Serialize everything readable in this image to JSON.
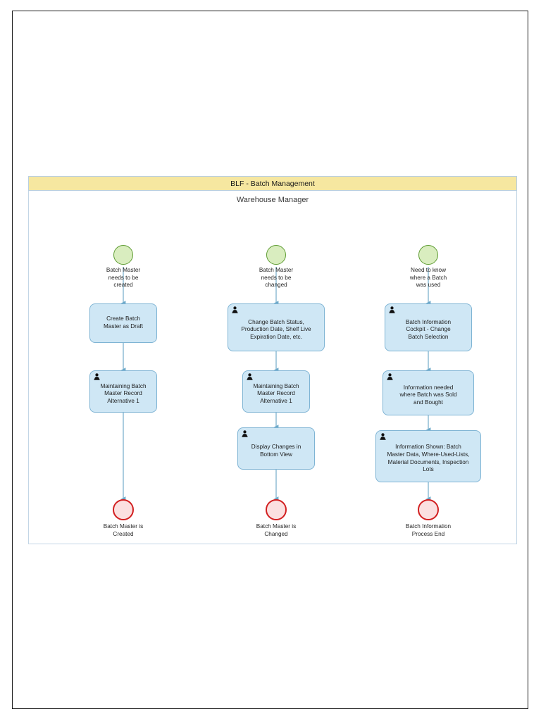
{
  "pool": {
    "header_title": "BLF - Batch Management",
    "lane_label": "Warehouse Manager"
  },
  "colors": {
    "pool_header_fill": "#f6e7a0",
    "pool_border": "#c3d6e6",
    "task_fill": "#cfe7f5",
    "task_border": "#7fb4d4",
    "start_event_fill": "#d9edbf",
    "start_event_border": "#5f9d34",
    "end_event_fill": "#fbe0e0",
    "end_event_border": "#d21f20",
    "connector": "#8fbcd4"
  },
  "icons": {
    "person": "person-icon"
  },
  "columns": [
    {
      "id": "column-create-batch-master",
      "start_event": {
        "label": "Batch Master\nneeds to be\ncreated"
      },
      "tasks": [
        {
          "label": "Create Batch\nMaster as Draft",
          "has_person_icon": false
        },
        {
          "label": "Maintaining Batch\nMaster Record\nAlternative 1",
          "has_person_icon": true
        }
      ],
      "end_event": {
        "label": "Batch Master is\nCreated"
      }
    },
    {
      "id": "column-change-batch-master",
      "start_event": {
        "label": "Batch Master\nneeds to be\nchanged"
      },
      "tasks": [
        {
          "label": "Change Batch Status,\nProduction Date, Shelf Live\nExpiration Date, etc.",
          "has_person_icon": true
        },
        {
          "label": "Maintaining Batch\nMaster Record\nAlternative 1",
          "has_person_icon": true
        },
        {
          "label": "Display Changes in\nBottom View",
          "has_person_icon": true
        }
      ],
      "end_event": {
        "label": "Batch Master is\nChanged"
      }
    },
    {
      "id": "column-batch-information",
      "start_event": {
        "label": "Need to know\nwhere a Batch\nwas used"
      },
      "tasks": [
        {
          "label": "Batch Information\nCockpit - Change\nBatch Selection",
          "has_person_icon": true
        },
        {
          "label": "Information needed\nwhere Batch was Sold\nand Bought",
          "has_person_icon": true
        },
        {
          "label": "Information Shown: Batch\nMaster Data, Where-Used-Lists,\nMaterial Documents, Inspection\nLots",
          "has_person_icon": true
        }
      ],
      "end_event": {
        "label": "Batch Information\nProcess End"
      }
    }
  ]
}
